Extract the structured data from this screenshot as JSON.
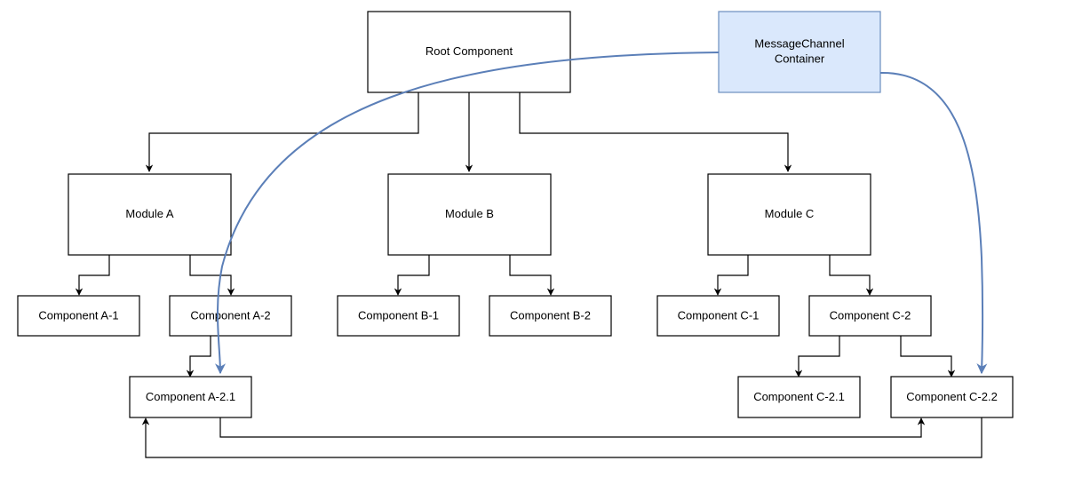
{
  "diagram": {
    "nodes": {
      "root": "Root Component",
      "container": [
        "MessageChannel",
        "Container"
      ],
      "module_a": "Module A",
      "module_b": "Module B",
      "module_c": "Module C",
      "comp_a1": "Component A-1",
      "comp_a2": "Component A-2",
      "comp_b1": "Component B-1",
      "comp_b2": "Component B-2",
      "comp_c1": "Component C-1",
      "comp_c2": "Component C-2",
      "comp_a21": "Component A-2.1",
      "comp_c21": "Component C-2.1",
      "comp_c22": "Component C-2.2"
    },
    "colors": {
      "container_fill": "#dae8fc",
      "container_stroke": "#6c8ebf",
      "message_line": "#5b7fb8",
      "hierarchy_line": "#000000"
    }
  }
}
